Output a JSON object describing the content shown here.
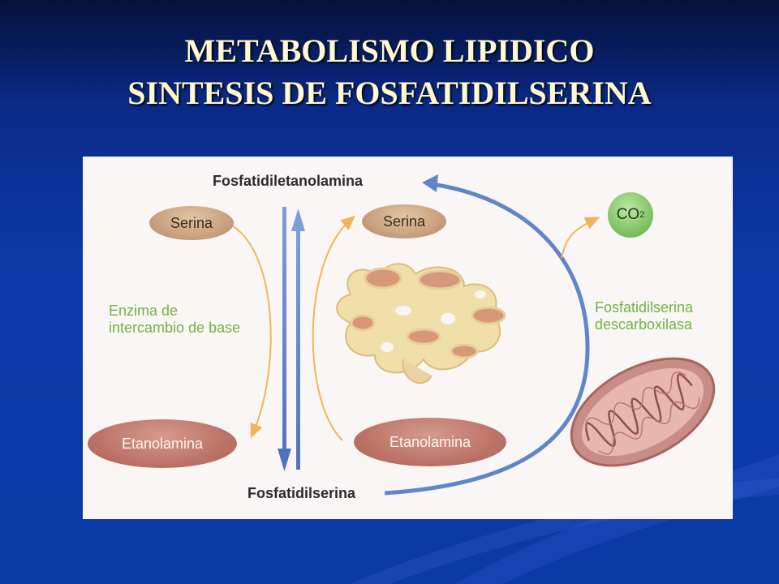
{
  "slide": {
    "title_line1": "METABOLISMO LIPIDICO",
    "title_line2": "SINTESIS DE FOSFATIDILSERINA"
  },
  "diagram": {
    "top_label": "Fosfatidiletanolamina",
    "bottom_label": "Fosfatidilserina",
    "left_serina": "Serina",
    "left_etanolamina": "Etanolamina",
    "center_serina": "Serina",
    "center_etanolamina": "Etanolamina",
    "enzyme_left_line1": "Enzima de",
    "enzyme_left_line2": "intercambio de base",
    "enzyme_right_line1": "Fosfatidilserina",
    "enzyme_right_line2": "descarboxilasa",
    "co2_main": "CO",
    "co2_sub": "2"
  },
  "colors": {
    "background": "#0b3aa8",
    "title": "#fff8d0",
    "panel": "#fbf6f6",
    "blue_arrow": "#5f86c9",
    "orange_arrow": "#f2b457",
    "enzyme_text": "#6fb343",
    "serina_pill": "#c9a17e",
    "etanolamina_pill": "#bd7468",
    "co2_circle": "#86c768"
  },
  "icons": [
    "endoplasmic-reticulum-icon",
    "mitochondrion-icon"
  ]
}
